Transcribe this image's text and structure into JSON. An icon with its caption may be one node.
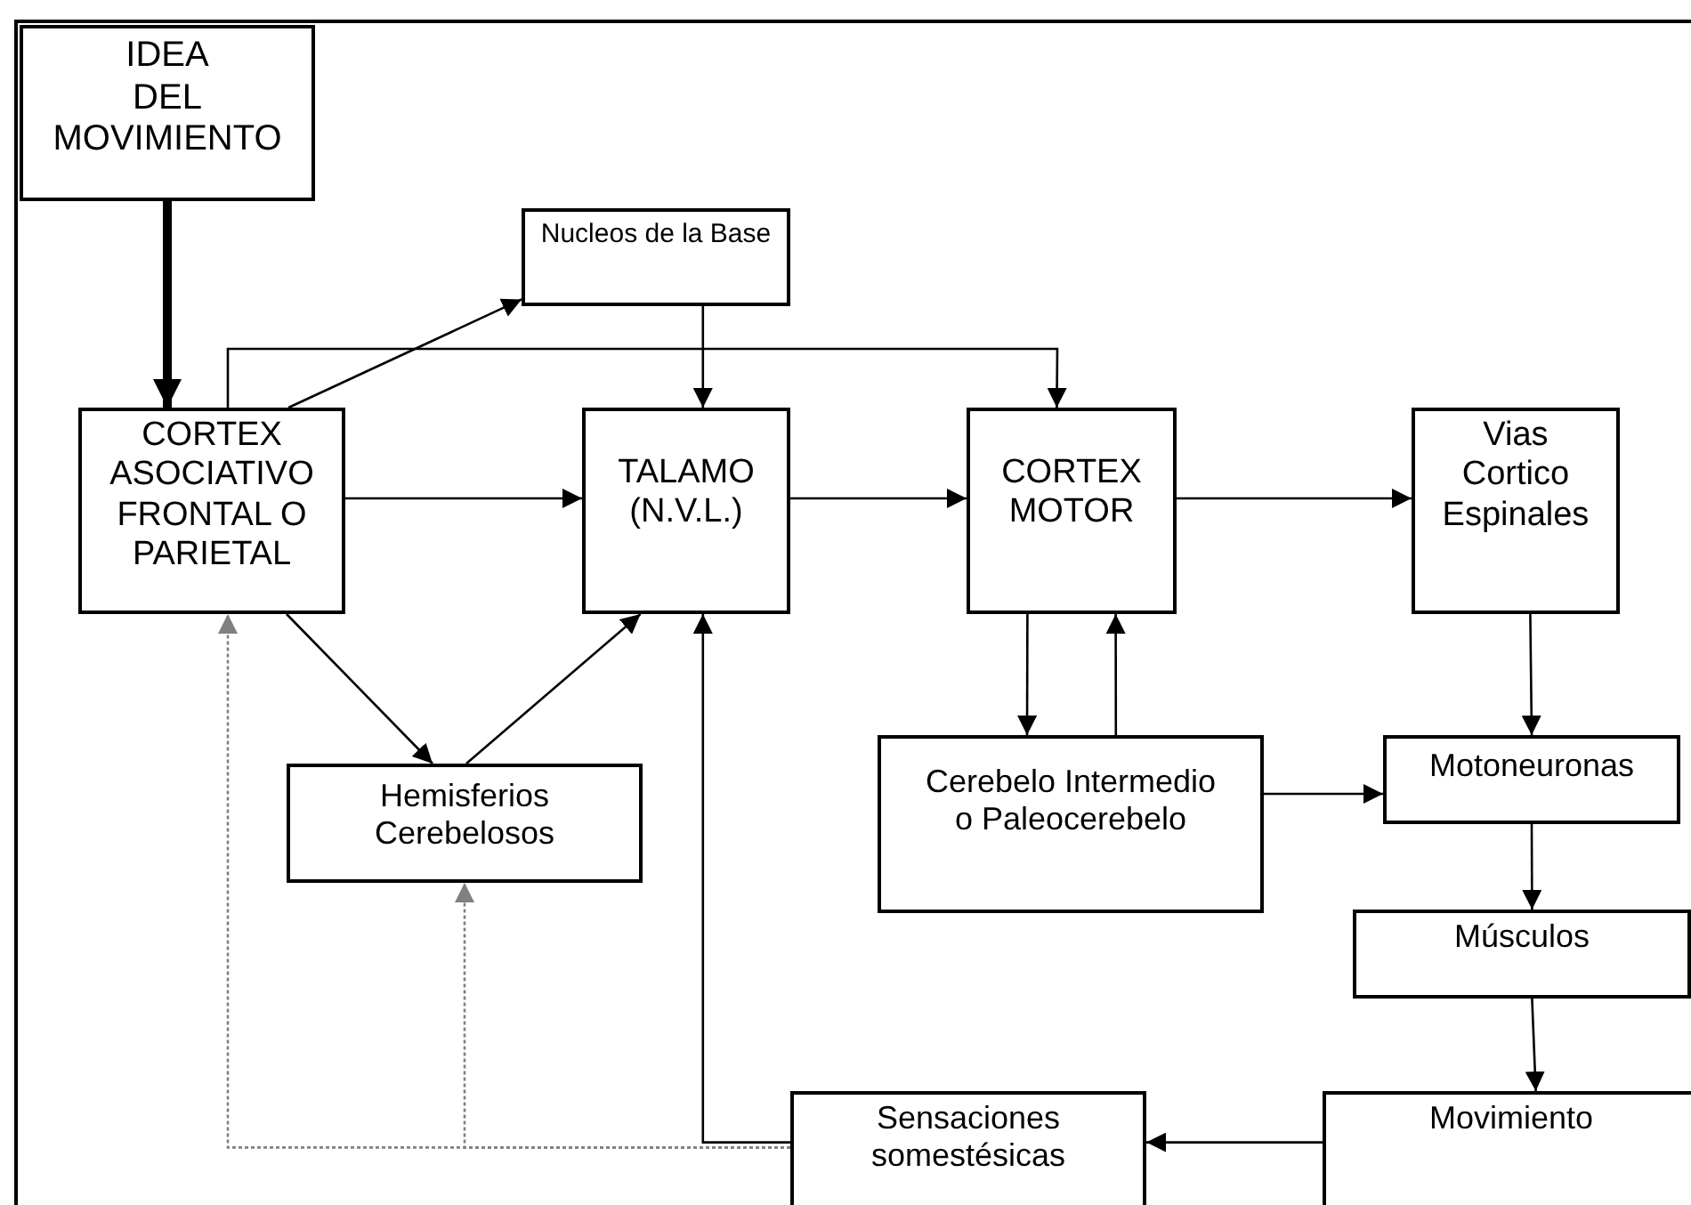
{
  "diagram": {
    "nodes": [
      {
        "text": [
          "IDEA DEL MOVIMIENTO"
        ]
      },
      {
        "text": [
          "Nucleos de la Base"
        ]
      },
      {
        "text": [
          "CORTEX ASOCIATIVO FRONTAL O PARIETAL"
        ]
      },
      {
        "text": [
          "TALAMO (N.V.L.)"
        ]
      },
      {
        "text": [
          "CORTEX MOTOR"
        ]
      },
      {
        "text": [
          "Vias Cortico Espinales"
        ]
      },
      {
        "text": [
          "Hemisferios Cerebelosos"
        ]
      },
      {
        "text": [
          "Cerebelo Intermedio o Paleocerebelo"
        ]
      },
      {
        "text": [
          "Motoneuronas"
        ]
      },
      {
        "text": [
          "Músculos"
        ]
      },
      {
        "text": [
          "Sensaciones somestésicas"
        ]
      },
      {
        "text": [
          "Movimiento"
        ]
      }
    ],
    "edges": [
      {
        "from": 0,
        "to": 2,
        "arrow": "to",
        "style": "thick"
      },
      {
        "from": 2,
        "to": 1,
        "arrow": "to"
      },
      {
        "from": 2,
        "to": 4,
        "arrow": "to"
      },
      {
        "from": 1,
        "to": 3,
        "arrow": "to"
      },
      {
        "from": 2,
        "to": 3,
        "arrow": "to"
      },
      {
        "from": 3,
        "to": 4,
        "arrow": "to"
      },
      {
        "from": 4,
        "to": 5,
        "arrow": "to"
      },
      {
        "from": 2,
        "to": 6,
        "arrow": "to"
      },
      {
        "from": 6,
        "to": 3,
        "arrow": "to"
      },
      {
        "from": 4,
        "to": 7,
        "arrow": "to"
      },
      {
        "from": 7,
        "to": 4,
        "arrow": "to"
      },
      {
        "from": 5,
        "to": 8,
        "arrow": "to"
      },
      {
        "from": 7,
        "to": 8,
        "arrow": "to"
      },
      {
        "from": 8,
        "to": 9,
        "arrow": "to"
      },
      {
        "from": 9,
        "to": 11,
        "arrow": "to"
      },
      {
        "from": 11,
        "to": 10,
        "arrow": "to"
      },
      {
        "from": 10,
        "to": 3,
        "arrow": "to"
      },
      {
        "from": 10,
        "to": 2,
        "arrow": "to",
        "style": "dashed",
        "color": "#808080"
      },
      {
        "from": 10,
        "to": 6,
        "arrow": "to",
        "style": "dashed",
        "color": "#808080"
      }
    ]
  }
}
